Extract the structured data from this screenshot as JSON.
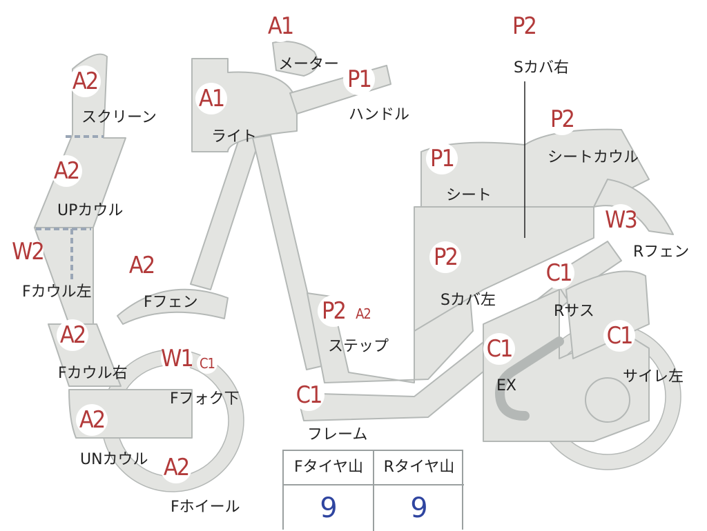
{
  "parts": [
    {
      "id": "meter",
      "code": "A1",
      "label": "メーター"
    },
    {
      "id": "handle",
      "code": "P1",
      "label": "ハンドル"
    },
    {
      "id": "light",
      "code": "A1",
      "label": "ライト"
    },
    {
      "id": "screen",
      "code": "A2",
      "label": "スクリーン"
    },
    {
      "id": "up-cowl",
      "code": "A2",
      "label": "UPカウル"
    },
    {
      "id": "f-cowl-left",
      "code": "W2",
      "label": "Fカウル左"
    },
    {
      "id": "f-fender",
      "code": "A2",
      "label": "Fフェン"
    },
    {
      "id": "f-cowl-right",
      "code": "A2",
      "label": "Fカウル右"
    },
    {
      "id": "f-fork-lower",
      "code": "W1",
      "code2": "C1",
      "label": "Fフォク下"
    },
    {
      "id": "un-cowl",
      "code": "A2",
      "label": "UNカウル"
    },
    {
      "id": "f-wheel",
      "code": "A2",
      "label": "Fホイール"
    },
    {
      "id": "frame",
      "code": "C1",
      "label": "フレーム"
    },
    {
      "id": "step",
      "code": "P2",
      "code2": "A2",
      "label": "ステップ"
    },
    {
      "id": "s-cover-left",
      "code": "P2",
      "label": "Sカバ左"
    },
    {
      "id": "seat",
      "code": "P1",
      "label": "シート"
    },
    {
      "id": "s-cover-right",
      "code": "P2",
      "label": "Sカバ右"
    },
    {
      "id": "seat-cowl",
      "code": "P2",
      "label": "シートカウル"
    },
    {
      "id": "r-fender",
      "code": "W3",
      "label": "Rフェン"
    },
    {
      "id": "r-suspension",
      "code": "C1",
      "label": "Rサス"
    },
    {
      "id": "exhaust",
      "code": "C1",
      "label": "EX"
    },
    {
      "id": "silencer-left",
      "code": "C1",
      "label": "サイレ左"
    }
  ],
  "tire_table": {
    "front_header": "Fタイヤ山",
    "rear_header": "Rタイヤ山",
    "front_value": "9",
    "rear_value": "9"
  },
  "colors": {
    "part_fill": "#e3e4e1",
    "part_stroke": "#b4b8b6",
    "code_text": "#b23a3a",
    "value_text": "#2f45a0"
  }
}
